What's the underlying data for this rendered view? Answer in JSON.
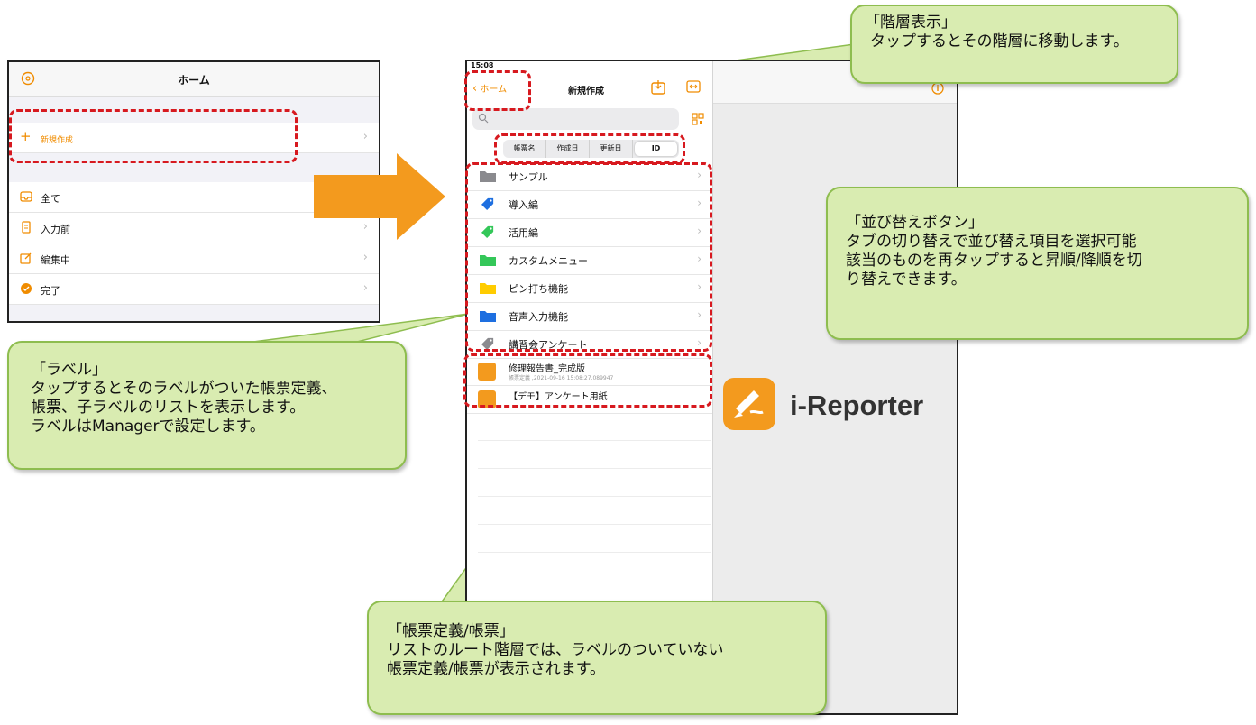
{
  "home": {
    "title": "ホーム",
    "new_item": "新規作成",
    "items": [
      {
        "label": "全て",
        "icon": "inbox-icon"
      },
      {
        "label": "入力前",
        "icon": "document-icon"
      },
      {
        "label": "編集中",
        "icon": "edit-icon"
      },
      {
        "label": "完了",
        "icon": "check-badge-icon"
      }
    ]
  },
  "tablet": {
    "time": "15:08",
    "back_label": "ホーム",
    "title": "新規作成",
    "sort_tabs": [
      "帳票名",
      "作成日",
      "更新日",
      "ID"
    ],
    "labels": [
      {
        "name": "サンプル",
        "icon": "folder-icon",
        "color": "#8a8a8e"
      },
      {
        "name": "導入編",
        "icon": "tag-icon",
        "color": "#1e6fe0"
      },
      {
        "name": "活用編",
        "icon": "tag-icon",
        "color": "#34c759"
      },
      {
        "name": "カスタムメニュー",
        "icon": "folder-icon",
        "color": "#34c759"
      },
      {
        "name": "ピン打ち機能",
        "icon": "folder-icon",
        "color": "#ffcc00"
      },
      {
        "name": "音声入力機能",
        "icon": "folder-icon",
        "color": "#1e6fe0"
      },
      {
        "name": "講習会アンケート",
        "icon": "tag-icon",
        "color": "#8a8a8e"
      }
    ],
    "documents": [
      {
        "title": "修理報告書_完成版",
        "sub": "帳票定義 ,2021-09-16 15:08:27.089947"
      },
      {
        "title": "【デモ】アンケート用紙",
        "sub": ""
      }
    ],
    "logo_text": "i-Reporter"
  },
  "callouts": {
    "hierarchy": {
      "title": "「階層表示」",
      "body": "タップするとその階層に移動します。"
    },
    "sort": {
      "title": "「並び替えボタン」",
      "body": "タブの切り替えで並び替え項目を選択可能\n該当のものを再タップすると昇順/降順を切\nり替えできます。"
    },
    "label": {
      "title": "「ラベル」",
      "body": "タップするとそのラベルがついた帳票定義、\n帳票、子ラベルのリストを表示します。\nラベルはManagerで設定します。"
    },
    "docs": {
      "title": "「帳票定義/帳票」",
      "body": "リストのルート階層では、ラベルのついていない\n帳票定義/帳票が表示されます。"
    }
  },
  "colors": {
    "accent": "#f08c00",
    "highlight": "#d7191f",
    "callout_bg": "#d9ecb1",
    "arrow": "#f39a1e"
  }
}
